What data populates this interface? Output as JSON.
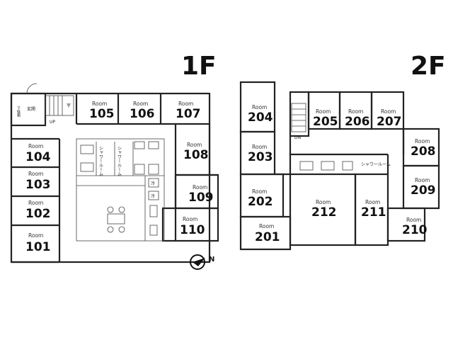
{
  "floors": {
    "first": {
      "label": "1F",
      "rooms": [
        {
          "word": "Room",
          "number": "101"
        },
        {
          "word": "Room",
          "number": "102"
        },
        {
          "word": "Room",
          "number": "103"
        },
        {
          "word": "Room",
          "number": "104"
        },
        {
          "word": "Room",
          "number": "105"
        },
        {
          "word": "Room",
          "number": "106"
        },
        {
          "word": "Room",
          "number": "107"
        },
        {
          "word": "Room",
          "number": "108"
        },
        {
          "word": "Room",
          "number": "109"
        },
        {
          "word": "Room",
          "number": "110"
        }
      ],
      "labels": {
        "entrance": "玄関",
        "shoe_box": "下駄箱",
        "stairs_up": "UP",
        "shower_room": "シャワールーム",
        "fridge": "冷"
      }
    },
    "second": {
      "label": "2F",
      "rooms": [
        {
          "word": "Room",
          "number": "201"
        },
        {
          "word": "Room",
          "number": "202"
        },
        {
          "word": "Room",
          "number": "203"
        },
        {
          "word": "Room",
          "number": "204"
        },
        {
          "word": "Room",
          "number": "205"
        },
        {
          "word": "Room",
          "number": "206"
        },
        {
          "word": "Room",
          "number": "207"
        },
        {
          "word": "Room",
          "number": "208"
        },
        {
          "word": "Room",
          "number": "209"
        },
        {
          "word": "Room",
          "number": "210"
        },
        {
          "word": "Room",
          "number": "211"
        },
        {
          "word": "Room",
          "number": "212"
        }
      ],
      "labels": {
        "stairs_down": "DN",
        "shower_room": "シャワールーム"
      }
    }
  },
  "compass": {
    "letter": "N",
    "icon": "north-arrow-icon"
  }
}
